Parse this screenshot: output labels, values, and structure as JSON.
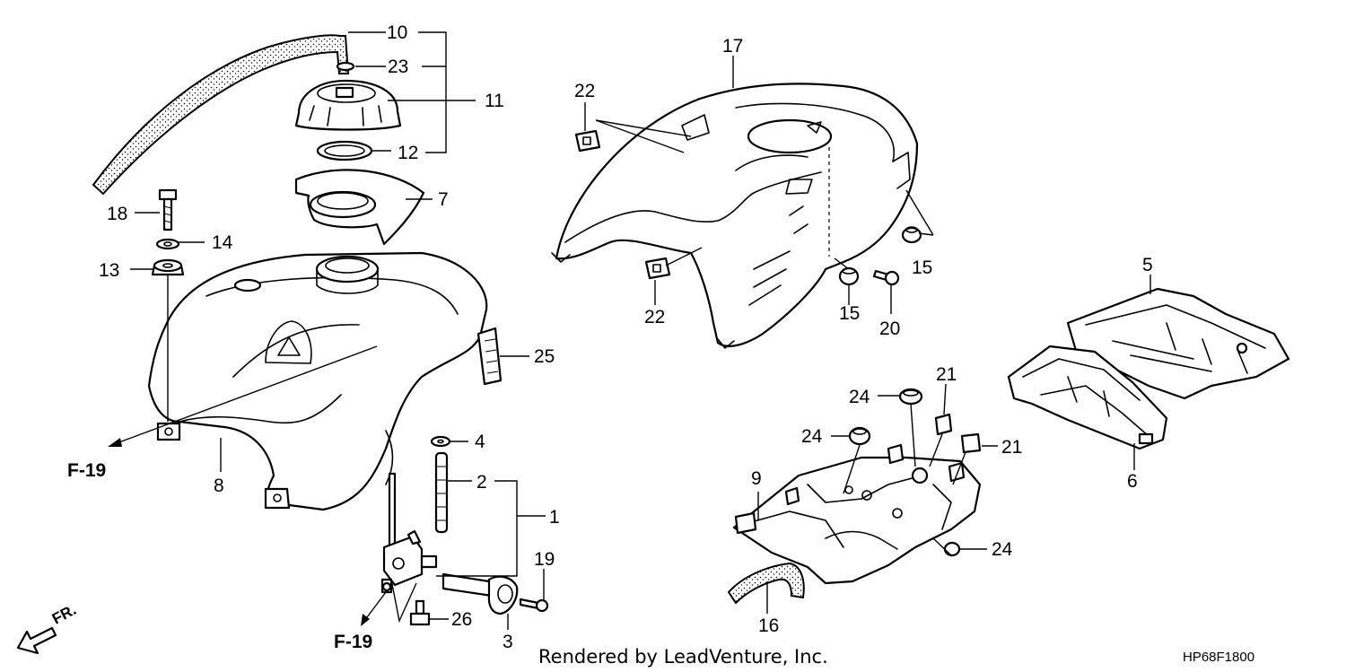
{
  "labels": {
    "p1": "1",
    "p2": "2",
    "p3": "3",
    "p4": "4",
    "p5": "5",
    "p6": "6",
    "p7": "7",
    "p8": "8",
    "p9": "9",
    "p10": "10",
    "p11": "11",
    "p12": "12",
    "p13": "13",
    "p14": "14",
    "p15a": "15",
    "p15b": "15",
    "p16": "16",
    "p17": "17",
    "p18": "18",
    "p19": "19",
    "p20": "20",
    "p21a": "21",
    "p21b": "21",
    "p22a": "22",
    "p22b": "22",
    "p23": "23",
    "p24a": "24",
    "p24b": "24",
    "p24c": "24",
    "p25": "25",
    "p26": "26"
  },
  "refs": {
    "left": "F-19",
    "bottom": "F-19"
  },
  "front_marker": "FR.",
  "footer": {
    "credit": "Rendered by LeadVenture, Inc.",
    "code": "HP68F1800"
  }
}
